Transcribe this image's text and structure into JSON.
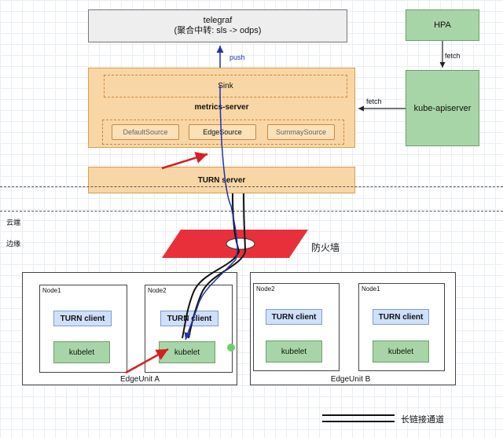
{
  "telegraf": {
    "title": "telegraf",
    "subtitle": "(聚合中转: sls -> odps)"
  },
  "hpa": "HPA",
  "apiserver": "kube-apiserver",
  "edges": {
    "push": "push",
    "fetch_hpa": "fetch",
    "fetch_ms": "fetch"
  },
  "metrics_server": {
    "sink": "Sink",
    "title": "metrics-server",
    "sources": [
      "DefaultSource",
      "EdgeSource",
      "SummaySource"
    ]
  },
  "turn_server": "TURN server",
  "zones": {
    "cloud": "云端",
    "edge": "边缘"
  },
  "firewall": "防火墙",
  "edge_units": [
    {
      "label": "EdgeUnit A",
      "nodes": [
        {
          "name": "Node1",
          "client": "TURN client",
          "kubelet": "kubelet"
        },
        {
          "name": "Node2",
          "client": "TURN client",
          "kubelet": "kubelet"
        }
      ]
    },
    {
      "label": "EdgeUnit B",
      "nodes": [
        {
          "name": "Node2",
          "client": "TURN client",
          "kubelet": "kubelet"
        },
        {
          "name": "Node1",
          "client": "TURN client",
          "kubelet": "kubelet"
        }
      ]
    }
  ],
  "legend": "长链接通道",
  "colors": {
    "component_green": "#a8d5a8",
    "metrics_orange": "#f9d6a5",
    "turn_client_blue": "#cfe0fb",
    "firewall_red": "#e8303a",
    "push_arrow": "#2233aa",
    "annotation_red": "#d42020"
  }
}
